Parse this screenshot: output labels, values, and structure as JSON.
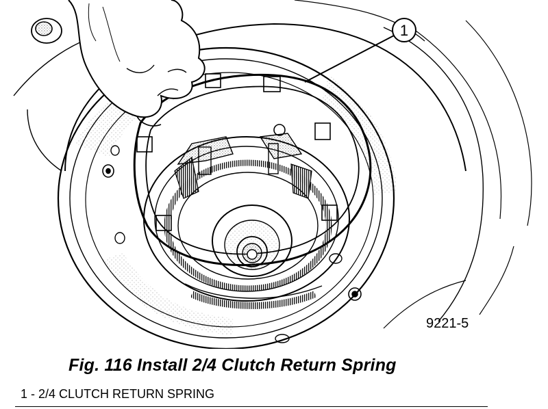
{
  "figure": {
    "callout_number": "1",
    "figure_code": "9221-5"
  },
  "caption": "Fig. 116 Install 2/4 Clutch Return Spring",
  "legend": "1 - 2/4 CLUTCH RETURN SPRING"
}
